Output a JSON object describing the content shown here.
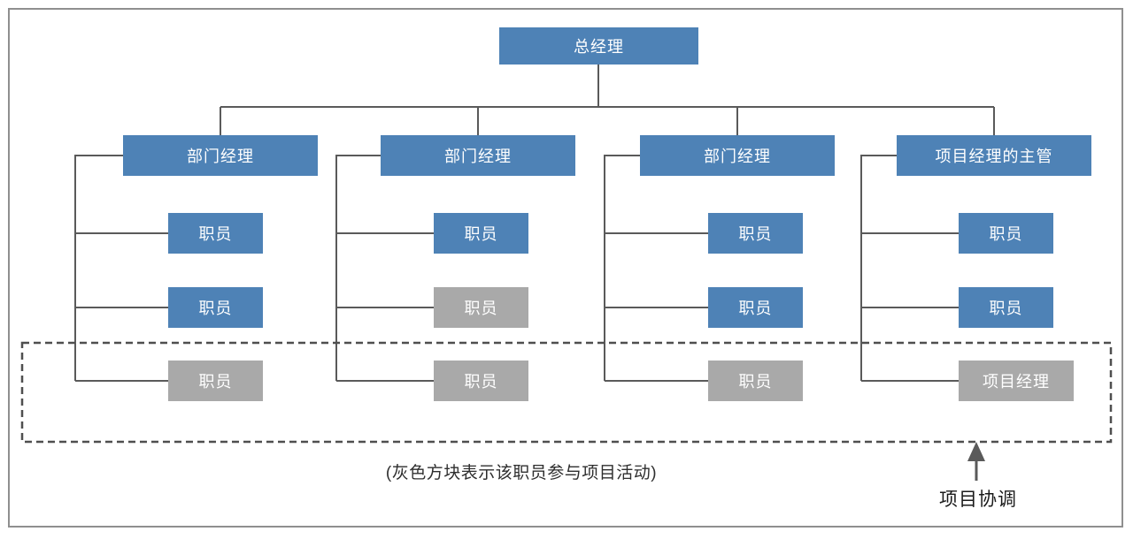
{
  "diagram": {
    "title_hint": "organization-chart",
    "root": {
      "label": "总经理"
    },
    "columns": [
      {
        "manager": "部门经理",
        "children": [
          "职员",
          "职员",
          "职员"
        ],
        "children_variants": [
          "blue",
          "blue",
          "gray"
        ]
      },
      {
        "manager": "部门经理",
        "children": [
          "职员",
          "职员",
          "职员"
        ],
        "children_variants": [
          "blue",
          "gray",
          "gray"
        ]
      },
      {
        "manager": "部门经理",
        "children": [
          "职员",
          "职员",
          "职员"
        ],
        "children_variants": [
          "blue",
          "blue",
          "gray"
        ]
      },
      {
        "manager": "项目经理的主管",
        "children": [
          "职员",
          "职员",
          "项目经理"
        ],
        "children_variants": [
          "blue",
          "blue",
          "gray"
        ]
      }
    ],
    "caption": "(灰色方块表示该职员参与项目活动)",
    "coordination_label": "项目协调",
    "legend_meaning": "gray block = staff participating in project activities",
    "colors": {
      "node_blue": "#4e82b6",
      "node_gray": "#a9a9a9",
      "node_text": "#ffffff",
      "connector_line": "#5a5a5a",
      "dashed_box": "#4f4f4f",
      "caption_text": "#2e2e2e",
      "outer_border": "#8f8f8f"
    }
  }
}
